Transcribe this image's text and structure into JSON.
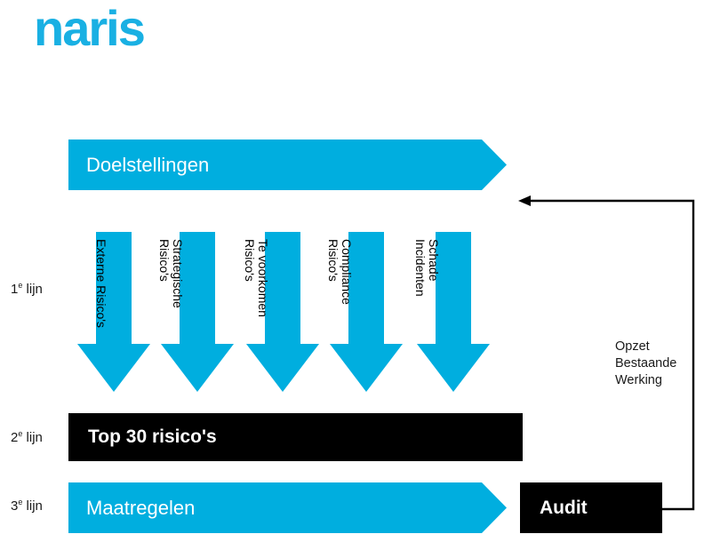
{
  "brand": {
    "logo_text": "naris",
    "accent_color": "#00AEDF",
    "logo_color": "#19B0E3",
    "black": "#000000",
    "white": "#FFFFFF"
  },
  "lines": {
    "first": {
      "number": "1",
      "ordinal_suffix": "e",
      "word": "lijn"
    },
    "second": {
      "number": "2",
      "ordinal_suffix": "e",
      "word": "lijn"
    },
    "third": {
      "number": "3",
      "ordinal_suffix": "e",
      "word": "lijn"
    }
  },
  "top_arrow": {
    "label": "Doelstellingen"
  },
  "risk_arrows": [
    {
      "line1": "Externe Risico's",
      "line2": ""
    },
    {
      "line1": "Strategische",
      "line2": "Risico's"
    },
    {
      "line1": "Te voorkomen",
      "line2": "Risico's"
    },
    {
      "line1": "Compliance",
      "line2": "Risico's"
    },
    {
      "line1": "Schade",
      "line2": "Incidenten"
    }
  ],
  "top30_bar": {
    "label": "Top 30 risico's"
  },
  "measures_arrow": {
    "label": "Maatregelen"
  },
  "audit_box": {
    "label": "Audit"
  },
  "side_note": {
    "line1": "Opzet",
    "line2": "Bestaande",
    "line3": "Werking"
  }
}
